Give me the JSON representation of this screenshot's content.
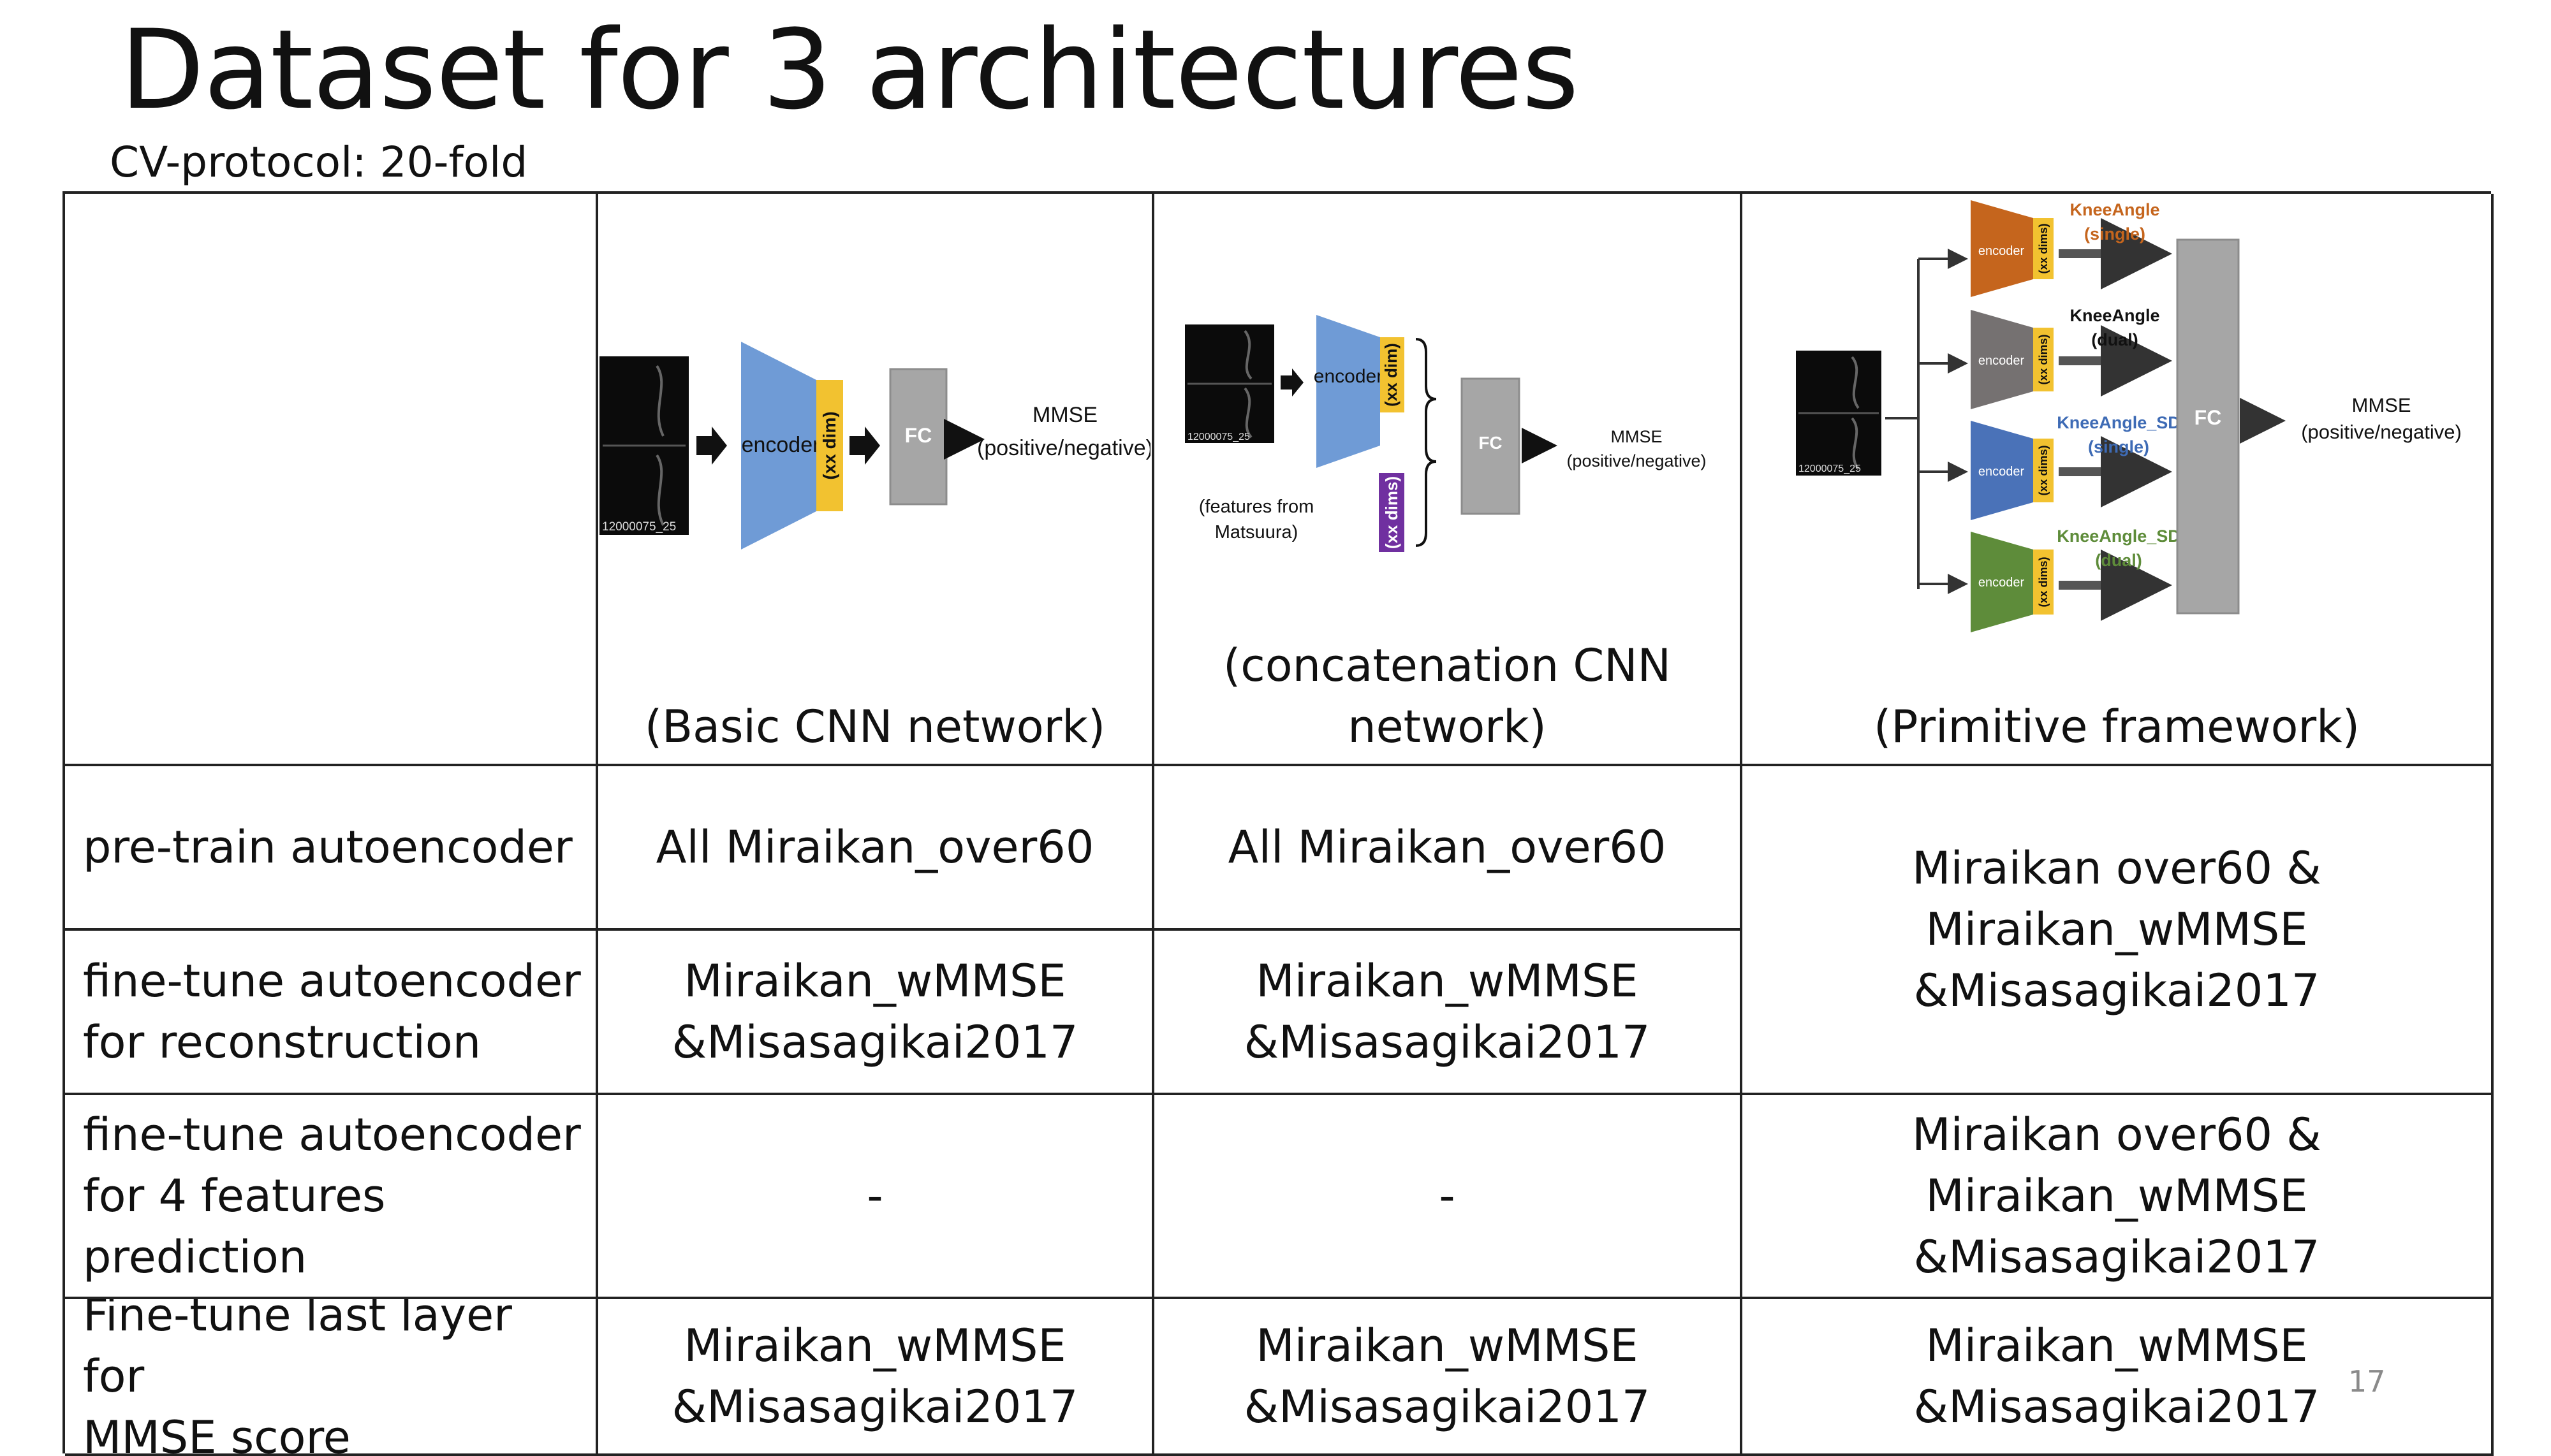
{
  "slide": {
    "title": "Dataset for 3 architectures",
    "subtitle": "CV-protocol: 20-fold",
    "page_number": "17"
  },
  "colors": {
    "encoder_blue": "#6f9bd6",
    "latent_yellow": "#f2c230",
    "fc_gray": "#a6a6a6",
    "feature_purple": "#7030a0",
    "encoder_orange": "#c5651d",
    "encoder_gray": "#757171",
    "encoder_steel": "#4a72b8",
    "encoder_green": "#5e8c3a",
    "label_orange": "#c5651d",
    "label_blue": "#3e6bb5",
    "label_green": "#5e8c3a"
  },
  "diagrams": {
    "basic": {
      "image_id": "12000075_25",
      "encoder": "encoder",
      "latent": "(xx dim)",
      "fc": "FC",
      "output_line1": "MMSE",
      "output_line2": "(positive/negative)"
    },
    "concat": {
      "image_id": "12000075_25",
      "encoder": "encoder",
      "latent": "(xx dim)",
      "feature_line1": "(features from",
      "feature_line2": "Matsuura)",
      "feature_dims": "(xx dims)",
      "fc": "FC",
      "output_line1": "MMSE",
      "output_line2": "(positive/negative)"
    },
    "primitive": {
      "image_id": "12000075_25",
      "branches": [
        {
          "encoder": "encoder",
          "latent": "(xx dims)",
          "label_line1": "KneeAngle",
          "label_line2": "(single)"
        },
        {
          "encoder": "encoder",
          "latent": "(xx dims)",
          "label_line1": "KneeAngle",
          "label_line2": "(dual)"
        },
        {
          "encoder": "encoder",
          "latent": "(xx dims)",
          "label_line1": "KneeAngle_SD",
          "label_line2": "(single)"
        },
        {
          "encoder": "encoder",
          "latent": "(xx dims)",
          "label_line1": "KneeAngle_SD",
          "label_line2": "(dual)"
        }
      ],
      "fc": "FC",
      "output_line1": "MMSE",
      "output_line2": "(positive/negative)"
    }
  },
  "table": {
    "headers": [
      "",
      "(Basic CNN network)",
      "(concatenation CNN\nnetwork)",
      "(Primitive framework)"
    ],
    "rows": [
      {
        "label": "pre-train autoencoder",
        "basic": "All Miraikan_over60",
        "concat": "All Miraikan_over60"
      },
      {
        "label": "fine-tune autoencoder\nfor reconstruction",
        "basic": "Miraikan_wMMSE\n&Misasagikai2017",
        "concat": "Miraikan_wMMSE\n&Misasagikai2017"
      },
      {
        "label": "fine-tune autoencoder\nfor 4 features\nprediction",
        "basic": "-",
        "concat": "-",
        "primitive": "Miraikan over60 &\nMiraikan_wMMSE\n&Misasagikai2017"
      },
      {
        "label": "Fine-tune last layer for\nMMSE score",
        "basic": "Miraikan_wMMSE\n&Misasagikai2017",
        "concat": "Miraikan_wMMSE\n&Misasagikai2017",
        "primitive": "Miraikan_wMMSE\n&Misasagikai2017"
      }
    ],
    "primitive_merged_rows_1_2": "Miraikan over60 &\nMiraikan_wMMSE\n&Misasagikai2017"
  }
}
